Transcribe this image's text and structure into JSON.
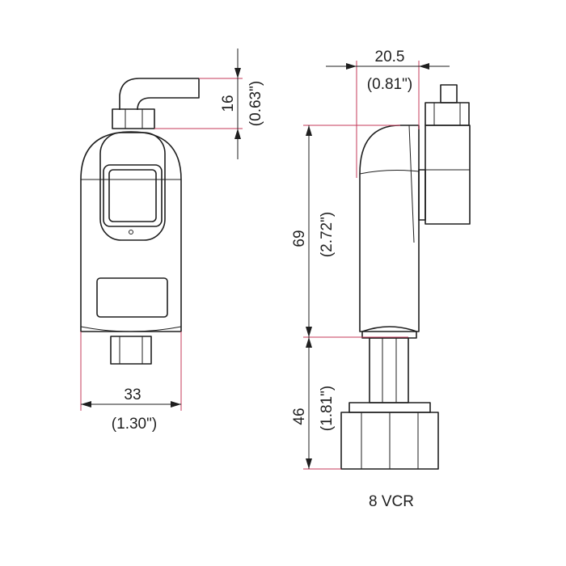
{
  "colors": {
    "line": "#1f1f1f",
    "extension_line": "#c4385a",
    "background": "#ffffff"
  },
  "dimensions": {
    "front_width": {
      "value": "33",
      "inch": "(1.30\")"
    },
    "fitting_height": {
      "value": "16",
      "inch": "(0.63\")"
    },
    "side_offset": {
      "value": "20.5",
      "inch": "(0.81\")"
    },
    "body_height": {
      "value": "69",
      "inch": "(2.72\")"
    },
    "connector_height": {
      "value": "46",
      "inch": "(1.81\")"
    }
  },
  "connection_label": "8 VCR"
}
